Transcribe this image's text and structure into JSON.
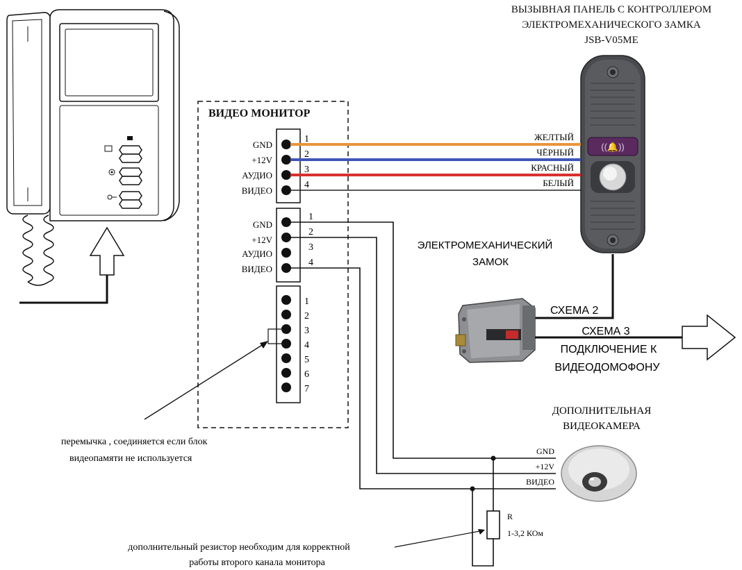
{
  "call_panel": {
    "title_line1": "ВЫЗЫВНАЯ  ПАНЕЛЬ С КОНТРОЛЛЕРОМ",
    "title_line2": "ЭЛЕКТРОМЕХАНИЧЕСКОГО ЗАМКА",
    "model": "JSB-V05ME"
  },
  "monitor_block": {
    "title": "ВИДЕО МОНИТОР",
    "connector1": {
      "labels": [
        "GND",
        "+12V",
        "АУДИО",
        "ВИДЕО"
      ],
      "pins": [
        "1",
        "2",
        "3",
        "4"
      ]
    },
    "connector2": {
      "labels": [
        "GND",
        "+12V",
        "АУДИО",
        "ВИДЕО"
      ],
      "pins": [
        "1",
        "2",
        "3",
        "4"
      ]
    },
    "connector3": {
      "pins": [
        "1",
        "2",
        "3",
        "4",
        "5",
        "6",
        "7"
      ]
    }
  },
  "wires": [
    {
      "label": "ЖЕЛТЫЙ",
      "color": "#e8953a"
    },
    {
      "label": "ЧЁРНЫЙ",
      "color": "#3f55b8"
    },
    {
      "label": "КРАСНЫЙ",
      "color": "#d83030"
    },
    {
      "label": "БЕЛЫЙ",
      "color": "#222222"
    }
  ],
  "lock": {
    "label_line1": "ЭЛЕКТРОМЕХАНИЧЕСКИЙ",
    "label_line2": "ЗАМОК"
  },
  "scheme2": "СХЕМА 2",
  "scheme3": {
    "line1": "СХЕМА 3",
    "line2": "ПОДКЛЮЧЕНИЕ К",
    "line3": "ВИДЕОДОМОФОНУ"
  },
  "camera": {
    "title_line1": "ДОПОЛНИТЕЛЬНАЯ",
    "title_line2": "ВИДЕОКАМЕРА",
    "wire_gnd": "GND",
    "wire_12v": "+12V",
    "wire_video": "ВИДЕО"
  },
  "resistor": {
    "label": "R",
    "value": "1-3,2 КОм",
    "note_line1": "дополнительный резистор необходим для корректной",
    "note_line2": "работы второго канала монитора"
  },
  "jumper_note": {
    "line1": "перемычка ,   соединяется если блок",
    "line2": "видеопамяти не используется"
  }
}
